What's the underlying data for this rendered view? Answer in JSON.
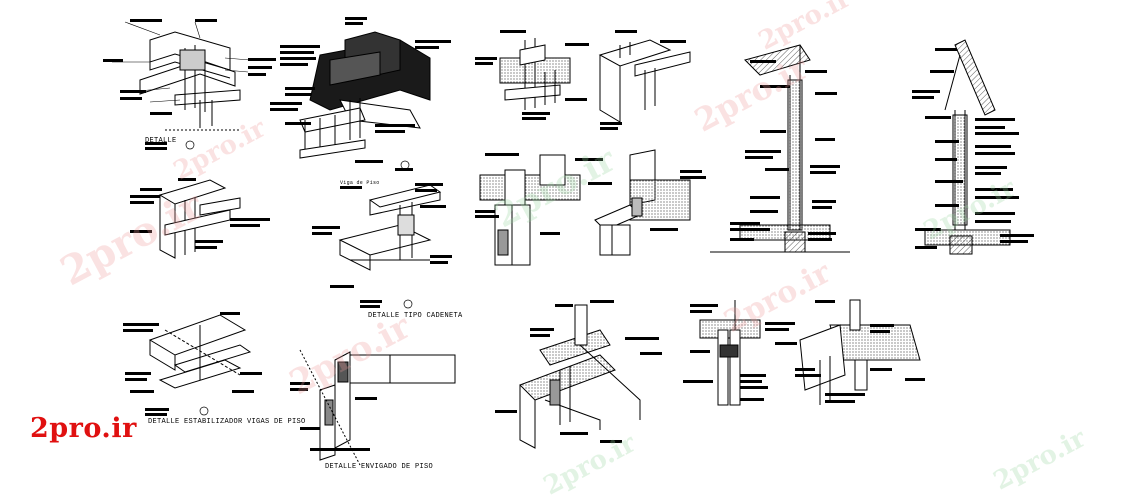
{
  "sheet": {
    "logo_text": "2pro.ir",
    "watermark_text": "2pro.ir",
    "accent_color": "#e01010"
  },
  "details": {
    "detalle_tipo_cadeneta": "DETALLE TIPO CADENETA",
    "detalle_estabilizador": "DETALLE ESTABILIZADOR VIGAS DE PISO",
    "detalle_envigado": "DETALLE ENVIGADO DE PISO"
  },
  "labels": {
    "viga_de_piso": "Viga de Piso",
    "detalle": "DETALLE"
  }
}
